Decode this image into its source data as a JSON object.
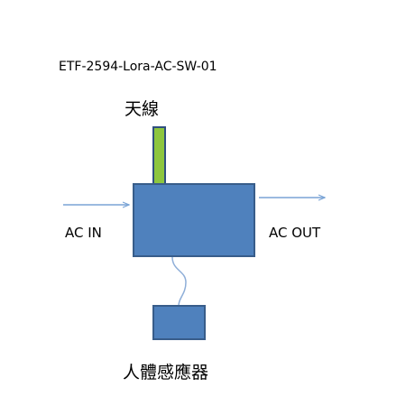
{
  "title": "ETF-2594-Lora-AC-SW-01",
  "labels": {
    "antenna": "天線",
    "ac_in": "AC IN",
    "ac_out": "AC OUT",
    "sensor": "人體感應器"
  },
  "colors": {
    "box_fill": "#4f81bd",
    "box_stroke": "#385d8a",
    "antenna_fill": "#8dc63f",
    "antenna_stroke": "#2f4f7f",
    "arrow": "#7aa4d6",
    "wire": "#8eaed8"
  }
}
